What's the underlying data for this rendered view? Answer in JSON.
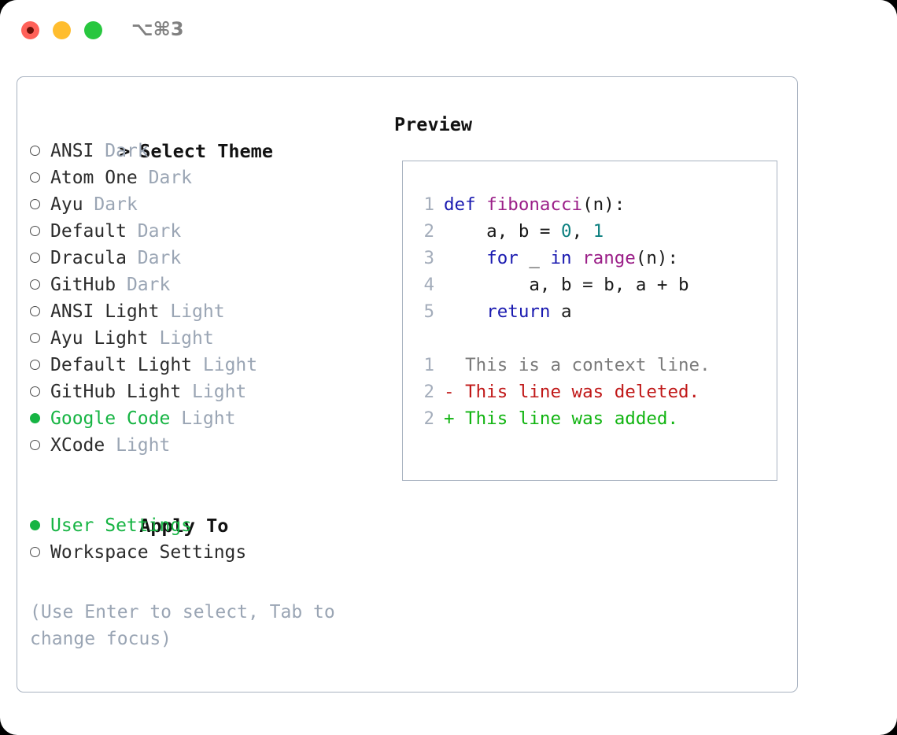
{
  "titlebar": {
    "shortcut": "⌥⌘3",
    "buttons": {
      "close": "close-window",
      "minimize": "minimize-window",
      "maximize": "maximize-window"
    }
  },
  "colors": {
    "accent_green": "#16b443",
    "muted": "#9aa5b4",
    "border": "#a8b2c0",
    "keyword": "#1a1ab0",
    "function": "#9b1f88",
    "number": "#0d8080",
    "diff_added": "#11b411",
    "diff_deleted": "#c01818",
    "diff_context": "#7b7b7b"
  },
  "theme_section": {
    "caret": ">",
    "header": "Select Theme",
    "items": [
      {
        "marker": "o",
        "selected": false,
        "name": "ANSI",
        "tag": "Dark"
      },
      {
        "marker": "o",
        "selected": false,
        "name": "Atom One",
        "tag": "Dark"
      },
      {
        "marker": "o",
        "selected": false,
        "name": "Ayu",
        "tag": "Dark"
      },
      {
        "marker": "o",
        "selected": false,
        "name": "Default",
        "tag": "Dark"
      },
      {
        "marker": "o",
        "selected": false,
        "name": "Dracula",
        "tag": "Dark"
      },
      {
        "marker": "o",
        "selected": false,
        "name": "GitHub",
        "tag": "Dark"
      },
      {
        "marker": "o",
        "selected": false,
        "name": "ANSI Light",
        "tag": "Light"
      },
      {
        "marker": "o",
        "selected": false,
        "name": "Ayu Light",
        "tag": "Light"
      },
      {
        "marker": "o",
        "selected": false,
        "name": "Default Light",
        "tag": "Light"
      },
      {
        "marker": "o",
        "selected": false,
        "name": "GitHub Light",
        "tag": "Light"
      },
      {
        "marker": "●",
        "selected": true,
        "name": "Google Code",
        "tag": "Light"
      },
      {
        "marker": "o",
        "selected": false,
        "name": "XCode",
        "tag": "Light"
      }
    ]
  },
  "apply_section": {
    "header": "Apply To",
    "items": [
      {
        "marker": "●",
        "selected": true,
        "name": "User Settings"
      },
      {
        "marker": "o",
        "selected": false,
        "name": "Workspace Settings"
      }
    ]
  },
  "hint": "(Use Enter to select, Tab to change focus)",
  "preview": {
    "title": "Preview",
    "code_lines": [
      {
        "num": "1",
        "tokens": [
          {
            "t": "def ",
            "c": "kw"
          },
          {
            "t": "fibonacci",
            "c": "fn"
          },
          {
            "t": "(n):",
            "c": "pl"
          }
        ]
      },
      {
        "num": "2",
        "tokens": [
          {
            "t": "    a, b = ",
            "c": "pl"
          },
          {
            "t": "0",
            "c": "num"
          },
          {
            "t": ", ",
            "c": "pl"
          },
          {
            "t": "1",
            "c": "num"
          }
        ]
      },
      {
        "num": "3",
        "tokens": [
          {
            "t": "    ",
            "c": "pl"
          },
          {
            "t": "for",
            "c": "kw"
          },
          {
            "t": " _ ",
            "c": "pl"
          },
          {
            "t": "in",
            "c": "kw"
          },
          {
            "t": " ",
            "c": "pl"
          },
          {
            "t": "range",
            "c": "fn"
          },
          {
            "t": "(n):",
            "c": "pl"
          }
        ]
      },
      {
        "num": "4",
        "tokens": [
          {
            "t": "        a, b = b, a + b",
            "c": "pl"
          }
        ]
      },
      {
        "num": "5",
        "tokens": [
          {
            "t": "    ",
            "c": "pl"
          },
          {
            "t": "return",
            "c": "kw"
          },
          {
            "t": " a",
            "c": "pl"
          }
        ]
      }
    ],
    "diff_lines": [
      {
        "num": "1",
        "sign": "  ",
        "text": "This is a context line.",
        "kind": "ctx"
      },
      {
        "num": "2",
        "sign": "- ",
        "text": "This line was deleted.",
        "kind": "del"
      },
      {
        "num": "2",
        "sign": "+ ",
        "text": "This line was added.",
        "kind": "add"
      }
    ]
  }
}
